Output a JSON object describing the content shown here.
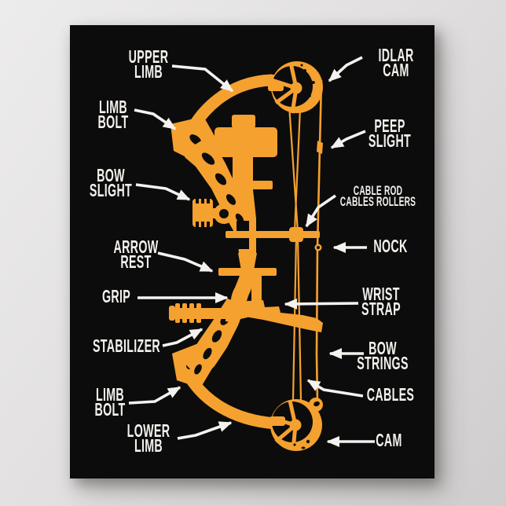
{
  "poster": {
    "description_labels": {
      "upper_limb": [
        "UPPER",
        "LIMB"
      ],
      "limb_bolt_upper": [
        "LIMB",
        "BOLT"
      ],
      "bow_slight": [
        "BOW",
        "SLIGHT"
      ],
      "arrow_rest": [
        "ARROW",
        "REST"
      ],
      "grip": [
        "GRIP"
      ],
      "stabilizer": [
        "STABILIZER"
      ],
      "limb_bolt_lower": [
        "LIMB",
        "BOLT"
      ],
      "lower_limb": [
        "LOWER",
        "LIMB"
      ],
      "idlar_cam": [
        "IDLAR",
        "CAM"
      ],
      "peep_slight": [
        "PEEP",
        "SLIGHT"
      ],
      "cable_rod": [
        "CABLE ROD",
        "CABLES ROLLERS"
      ],
      "nock": [
        "NOCK"
      ],
      "wrist_strap": [
        "WRIST",
        "STRAP"
      ],
      "bow_strings": [
        "BOW",
        "STRINGS"
      ],
      "cables": [
        "CABLES"
      ],
      "cam": [
        "CAM"
      ]
    },
    "colors": {
      "poster_background": "#0D0C0C",
      "bow_orange": "#F5A12F",
      "label_white": "#F3F1EC",
      "wall_gray": "#DCDADA"
    }
  }
}
